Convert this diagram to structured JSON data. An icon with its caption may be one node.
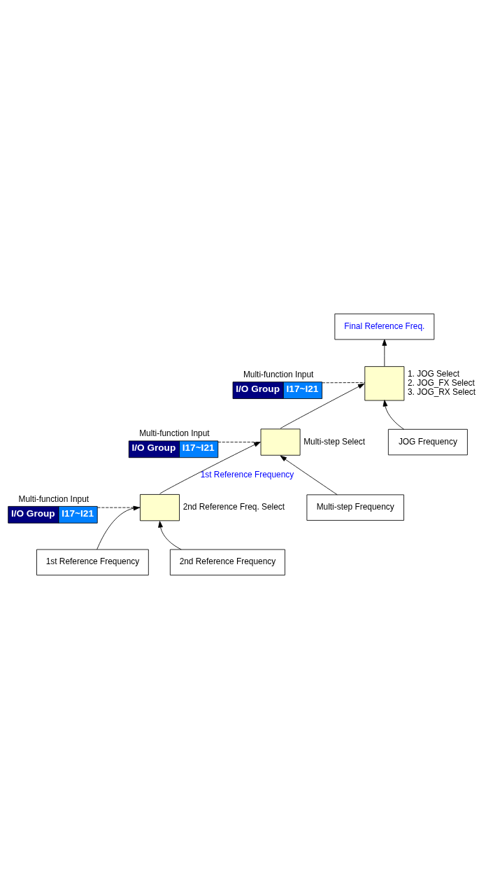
{
  "diagram": {
    "nodes": [
      {
        "text": [
          "Final Reference Freq."
        ]
      },
      {
        "text": [
          "Multi-function Input",
          "I/O Group",
          "I17~I21"
        ]
      },
      {
        "text": [],
        "shape": "box",
        "beside": [
          "1. JOG Select",
          "2. JOG_FX Select",
          "3. JOG_RX Select"
        ]
      },
      {
        "text": [
          "Multi-function Input",
          "I/O Group",
          "I17~I21"
        ]
      },
      {
        "text": [],
        "shape": "box",
        "beside": [
          "Multi-step Select"
        ]
      },
      {
        "text": [
          "Multi-function Input",
          "I/O Group",
          "I17~I21"
        ]
      },
      {
        "text": [],
        "shape": "box",
        "beside": [
          "2nd Reference Freq. Select"
        ]
      },
      {
        "text": [
          "1st Reference Frequency"
        ]
      },
      {
        "text": [
          "2nd Reference Frequency"
        ]
      },
      {
        "text": [
          "Multi-step Frequency"
        ]
      },
      {
        "text": [
          "JOG Frequency"
        ]
      }
    ],
    "edges": [
      {
        "from": 7,
        "to": 6,
        "arrow": "to"
      },
      {
        "from": 8,
        "to": 6,
        "arrow": "to"
      },
      {
        "from": 6,
        "to": 4,
        "arrow": "to",
        "label": "1st Reference Frequency"
      },
      {
        "from": 9,
        "to": 4,
        "arrow": "to"
      },
      {
        "from": 4,
        "to": 2,
        "arrow": "to"
      },
      {
        "from": 10,
        "to": 2,
        "arrow": "to"
      },
      {
        "from": 2,
        "to": 0,
        "arrow": "to"
      },
      {
        "from": 5,
        "to": 6,
        "arrow": "none",
        "style": "dashed"
      },
      {
        "from": 3,
        "to": 4,
        "arrow": "none",
        "style": "dashed"
      },
      {
        "from": 1,
        "to": 2,
        "arrow": "none",
        "style": "dashed"
      }
    ]
  }
}
